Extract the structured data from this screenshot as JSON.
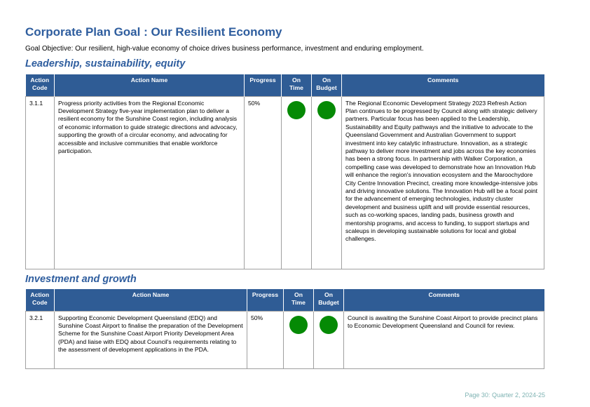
{
  "page": {
    "title": "Corporate Plan Goal : Our Resilient Economy",
    "objective": "Goal Objective: Our resilient, high-value economy of choice drives business performance, investment and enduring employment.",
    "footer": "Page 30: Quarter 2, 2024-25"
  },
  "colors": {
    "heading": "#2e5d9e",
    "table_header_bg": "#2f5c95",
    "status_green": "#058a05",
    "footer_text": "#7fb3b3"
  },
  "table_headers": {
    "action_code": "Action\nCode",
    "action_name": "Action Name",
    "progress": "Progress",
    "on_time": "On\nTime",
    "on_budget": "On\nBudget",
    "comments": "Comments"
  },
  "sections": [
    {
      "heading": "Leadership, sustainability, equity",
      "rows": [
        {
          "code": "3.1.1",
          "name": "Progress priority activities from the Regional Economic Development Strategy five-year implementation plan to deliver a resilient economy for the Sunshine Coast region, including analysis of economic information to guide strategic directions and advocacy, supporting the growth of a circular economy, and advocating for accessible and inclusive communities that enable workforce participation.",
          "progress": "50%",
          "on_time": "green",
          "on_budget": "green",
          "comments": "The Regional Economic Development Strategy 2023 Refresh Action Plan continues to be progressed by Council along with strategic delivery partners. Particular focus has been applied to the Leadership, Sustainability and Equity pathways and the initiative to advocate to the Queensland Government and Australian Government to support investment into key catalytic infrastructure. Innovation, as a strategic pathway to deliver more investment and jobs across the key economies has been a strong focus. In partnership with Walker Corporation, a compelling case was developed to demonstrate how an Innovation Hub will enhance the region's innovation ecosystem and the Maroochydore City Centre Innovation Precinct, creating more knowledge-intensive jobs and driving innovative solutions. The Innovation Hub will be a focal point for the advancement of emerging technologies, industry cluster development and business uplift and will provide essential resources, such as co-working spaces, landing pads, business growth and mentorship programs, and access to funding, to support startups and scaleups in developing sustainable solutions for local and global challenges."
        }
      ]
    },
    {
      "heading": "Investment and growth",
      "rows": [
        {
          "code": "3.2.1",
          "name": "Supporting Economic Development Queensland (EDQ) and Sunshine Coast Airport to finalise the preparation of the Development Scheme for the Sunshine Coast Airport Priority Development Area (PDA) and liaise with EDQ about Council's requirements relating to the assessment of development applications in the PDA.",
          "progress": "50%",
          "on_time": "green",
          "on_budget": "green",
          "comments": "Council is awaiting the Sunshine Coast Airport to provide precinct plans to Economic Development Queensland and Council for review."
        }
      ]
    }
  ]
}
